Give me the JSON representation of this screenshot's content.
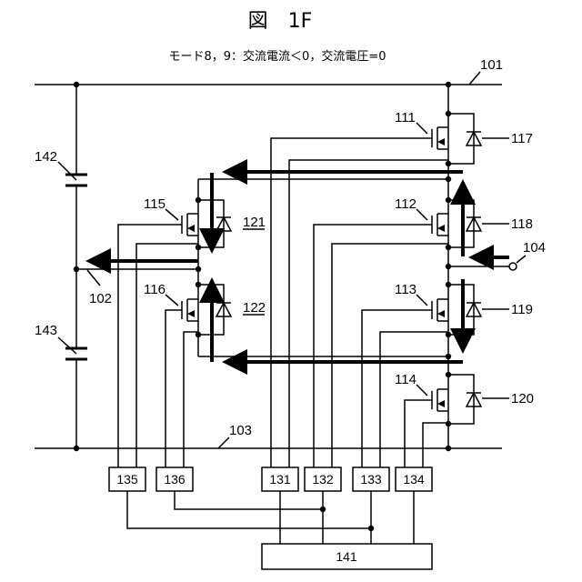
{
  "title": "図　1F",
  "subtitle": "モード8，9：交流電流＜0，交流電圧=0",
  "labels": {
    "l101": "101",
    "l102": "102",
    "l103": "103",
    "l104": "104",
    "l111": "111",
    "l112": "112",
    "l113": "113",
    "l114": "114",
    "l115": "115",
    "l116": "116",
    "l117": "117",
    "l118": "118",
    "l119": "119",
    "l120": "120",
    "l121": "121",
    "l122": "122",
    "l142": "142",
    "l143": "143"
  },
  "blocks": {
    "b131": "131",
    "b132": "132",
    "b133": "133",
    "b134": "134",
    "b135": "135",
    "b136": "136",
    "b141": "141"
  }
}
